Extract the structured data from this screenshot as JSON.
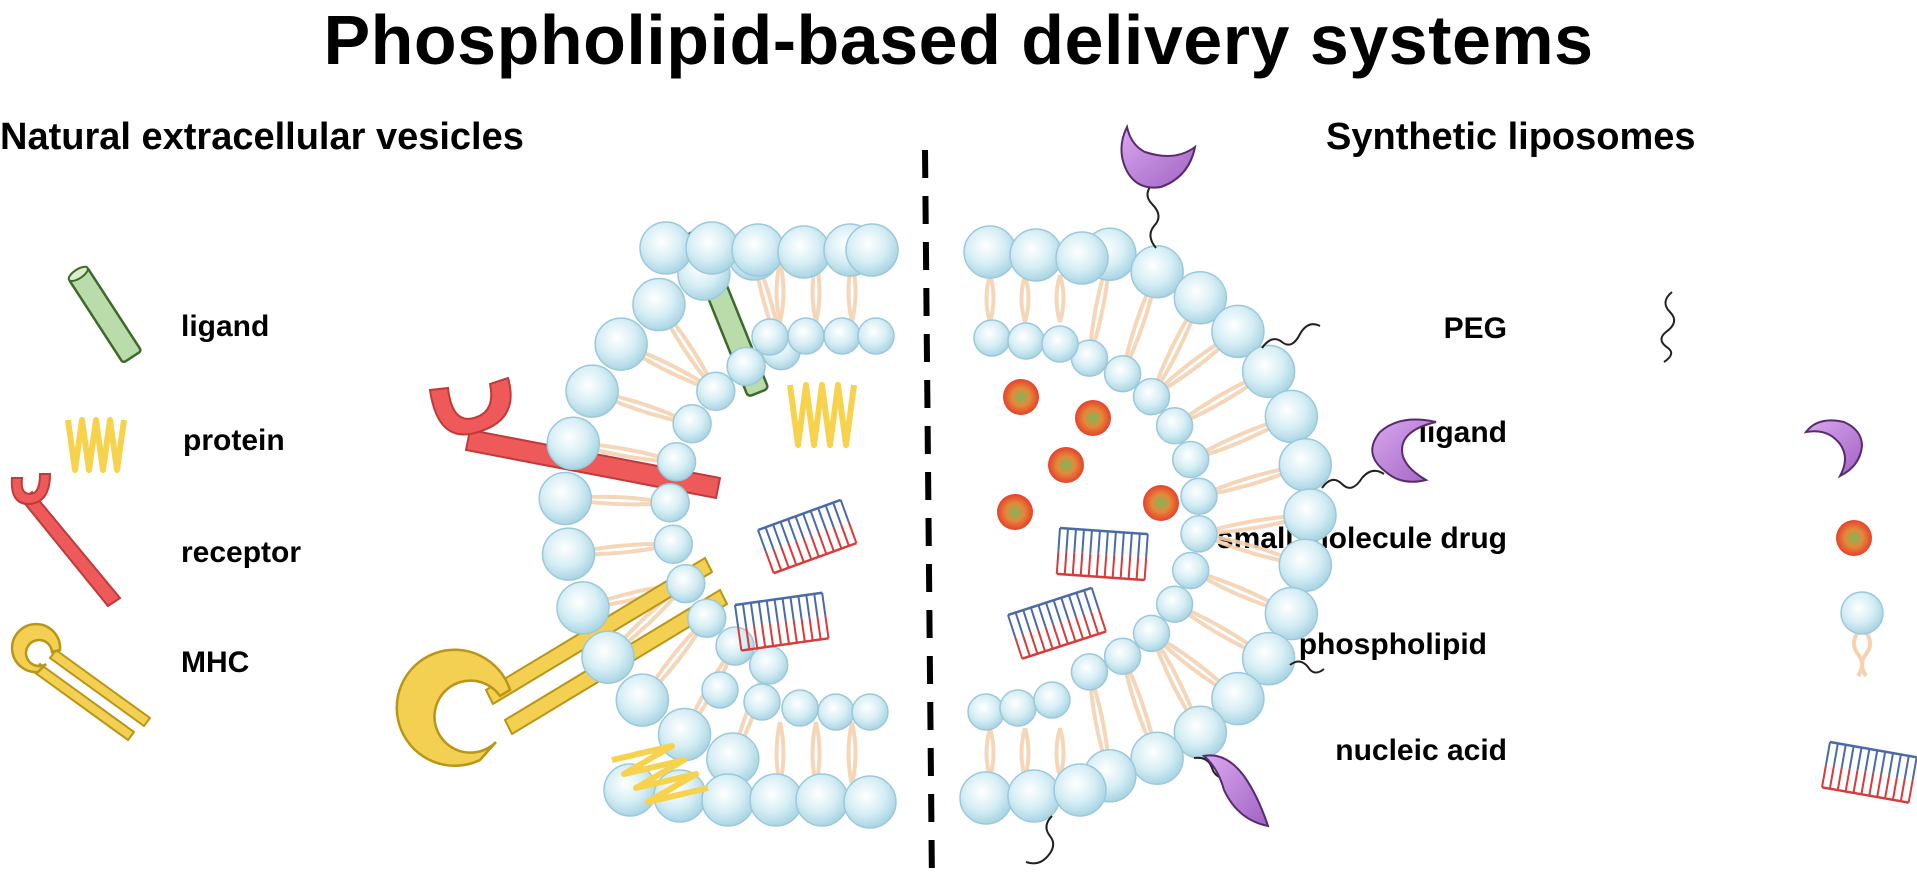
{
  "title": "Phospholipid-based delivery systems",
  "left_panel": {
    "heading": "Natural extracellular vesicles",
    "legend": [
      {
        "label": "ligand",
        "icon": "rod-ligand-icon"
      },
      {
        "label": "protein",
        "icon": "protein-coil-icon"
      },
      {
        "label": "receptor",
        "icon": "receptor-icon"
      },
      {
        "label": "MHC",
        "icon": "mhc-icon"
      }
    ]
  },
  "right_panel": {
    "heading": "Synthetic liposomes",
    "legend": [
      {
        "label": "PEG",
        "icon": "peg-icon"
      },
      {
        "label": "ligand",
        "icon": "crescent-ligand-icon"
      },
      {
        "label": "small molecule drug",
        "icon": "drug-sphere-icon"
      },
      {
        "label": "phospholipid",
        "icon": "phospholipid-icon"
      },
      {
        "label": "nucleic acid",
        "icon": "nucleic-acid-icon"
      }
    ]
  },
  "colors": {
    "head": "#bfe3ee",
    "tail": "#f6d2b2",
    "rod_ligand": "#b9dcaa",
    "protein": "#f6d24d",
    "receptor": "#ee5a5a",
    "mhc": "#f3cf52",
    "crescent_ligand": "#c07fd6",
    "drug": "#ee3b30",
    "nucleic_blue": "#4a6aa8",
    "nucleic_red": "#d83b3b"
  }
}
